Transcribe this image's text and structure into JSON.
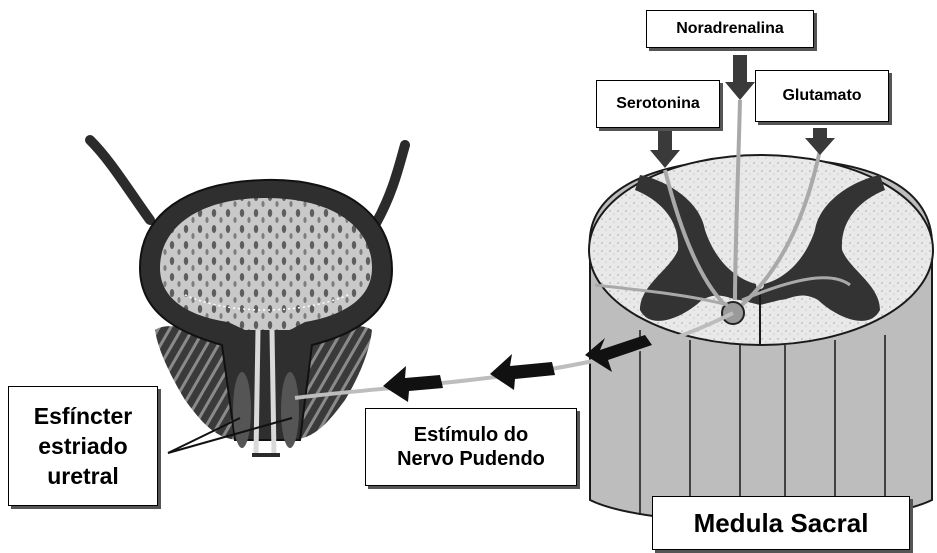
{
  "labels": {
    "noradrenalina": "Noradrenalina",
    "serotonina": "Serotonina",
    "glutamato": "Glutamato",
    "esfincter_line1": "Esfíncter",
    "esfincter_line2": "estriado",
    "esfincter_line3": "uretral",
    "estimulo_line1": "Estímulo do",
    "estimulo_line2": "Nervo Pudendo",
    "medula": "Medula Sacral"
  },
  "colors": {
    "tissue_dark": "#2b2b2b",
    "tissue_mid": "#7a7a7a",
    "tissue_light": "#d8d8d8",
    "white_matter": "#ececec",
    "arrow": "#111111"
  }
}
